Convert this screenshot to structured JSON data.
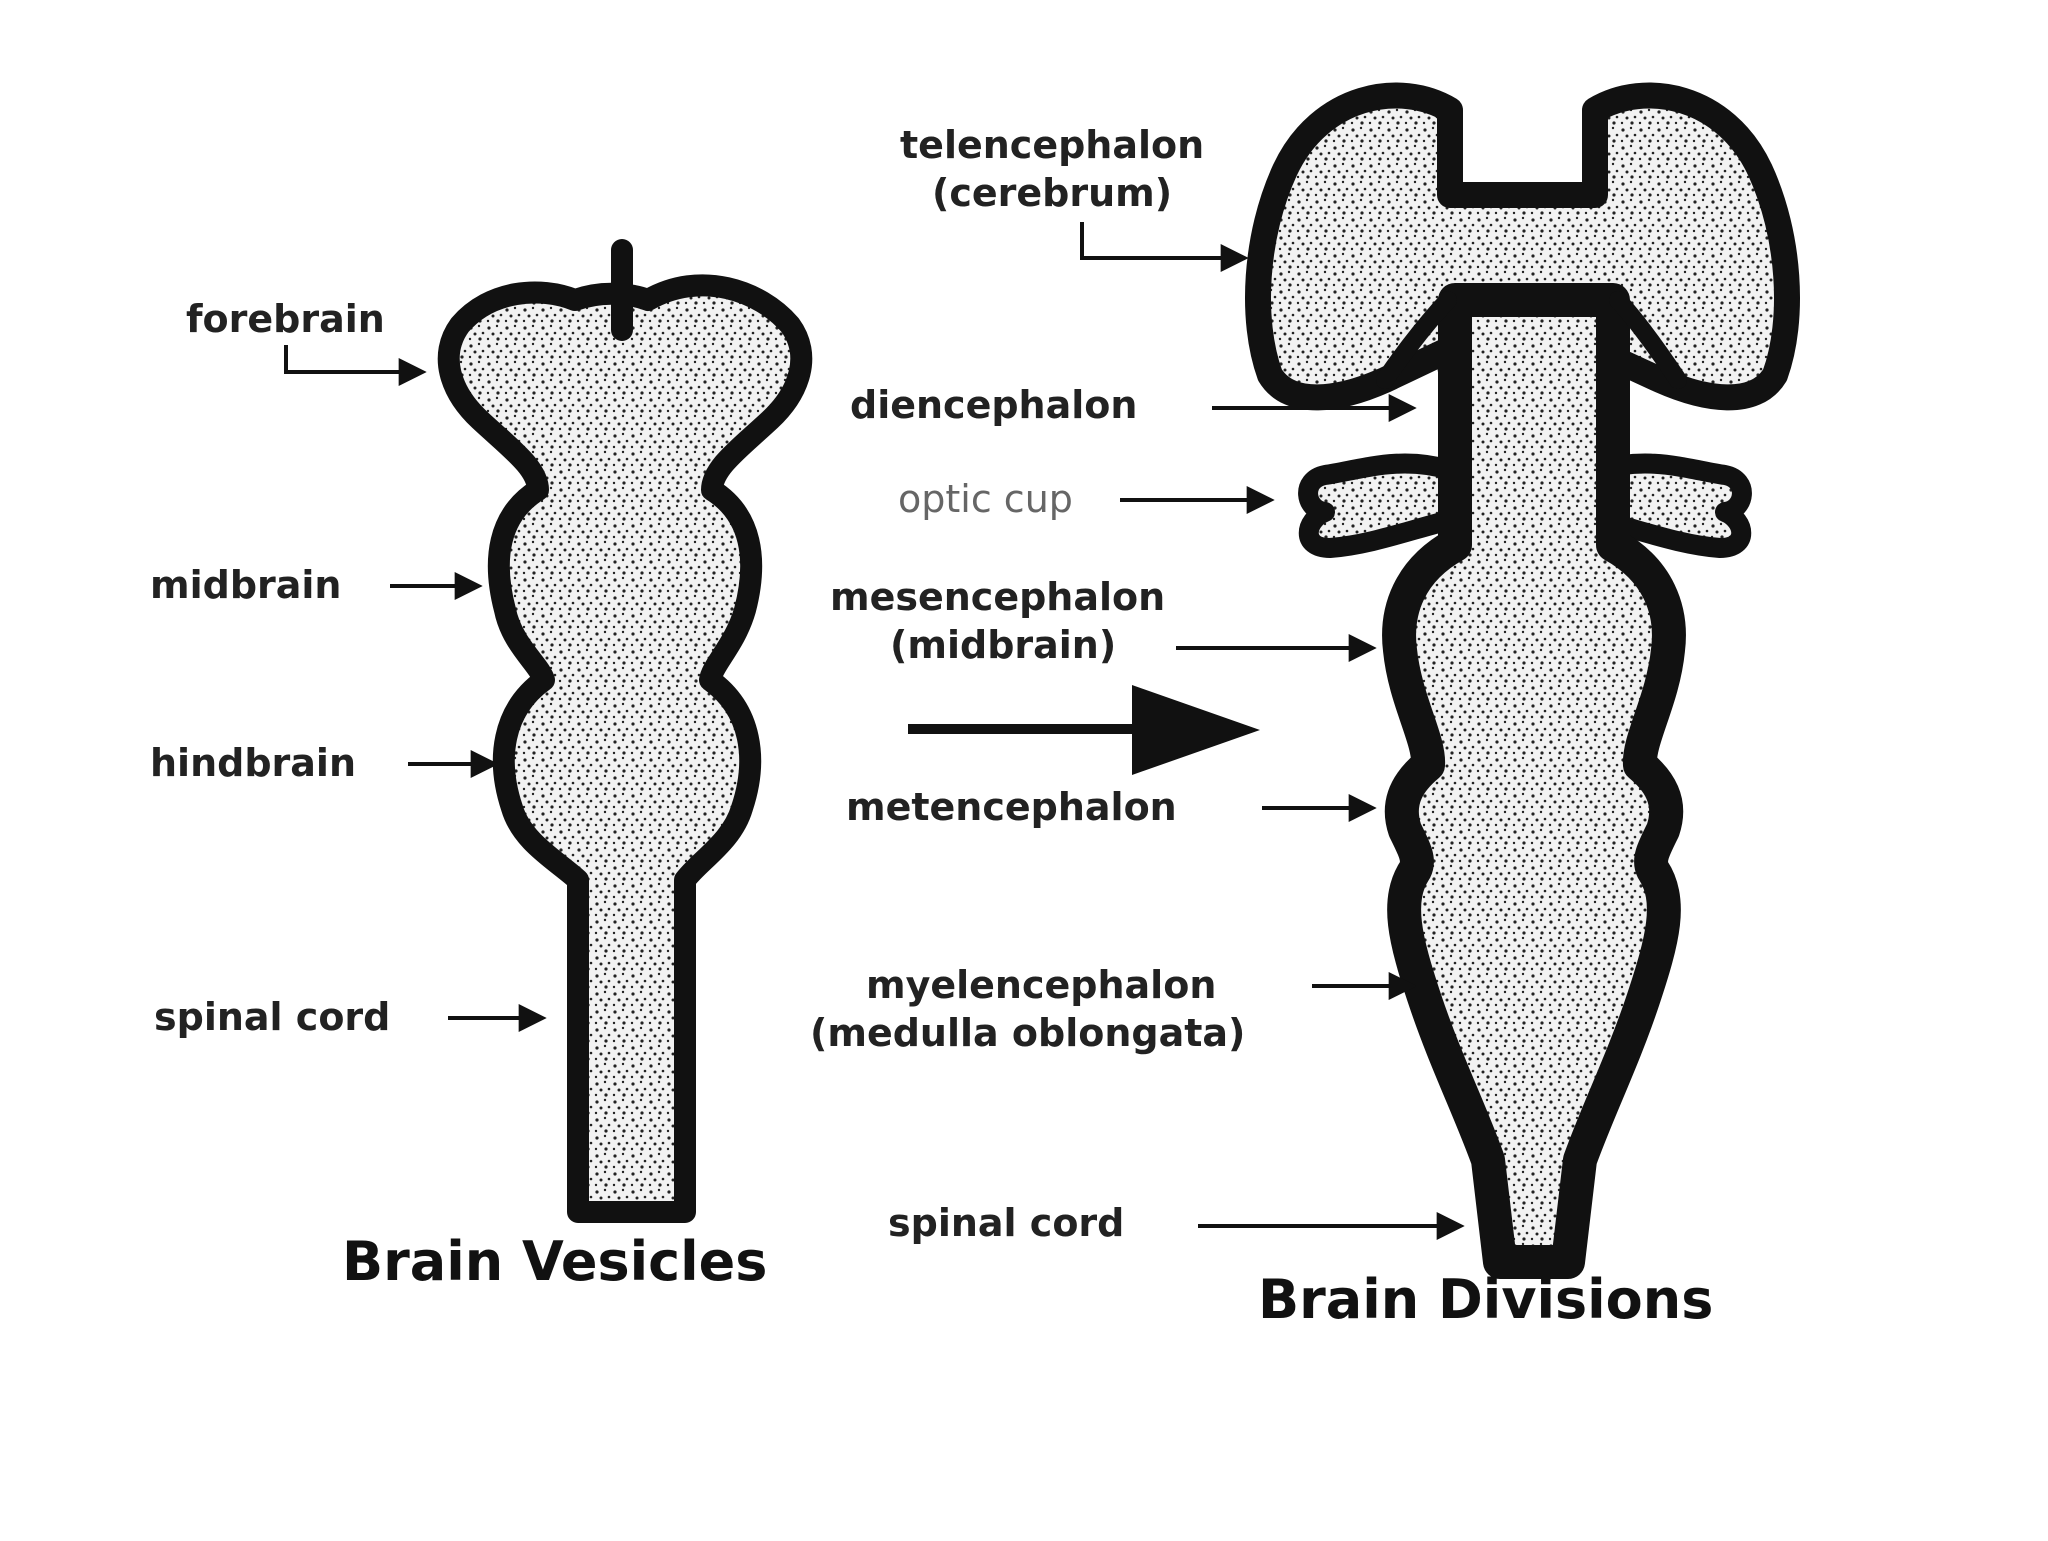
{
  "colors": {
    "outline": "#111111",
    "tissue": "#f2f2f2",
    "stipple": "#222222",
    "text": "#222222",
    "text_light": "#666666",
    "background": "#ffffff"
  },
  "left_diagram": {
    "caption": "Brain Vesicles",
    "labels": {
      "forebrain": "forebrain",
      "midbrain": "midbrain",
      "hindbrain": "hindbrain",
      "spinal_cord": "spinal cord"
    }
  },
  "right_diagram": {
    "caption": "Brain Divisions",
    "labels": {
      "telencephalon_1": "telencephalon",
      "telencephalon_2": "(cerebrum)",
      "diencephalon": "diencephalon",
      "optic_cup": "optic cup",
      "mesencephalon_1": "mesencephalon",
      "mesencephalon_2": "(midbrain)",
      "metencephalon": "metencephalon",
      "myelencephalon_1": "myelencephalon",
      "myelencephalon_2": "(medulla oblongata)",
      "spinal_cord": "spinal cord"
    }
  },
  "transition_arrow_icon": "right-triangle-arrow-icon"
}
